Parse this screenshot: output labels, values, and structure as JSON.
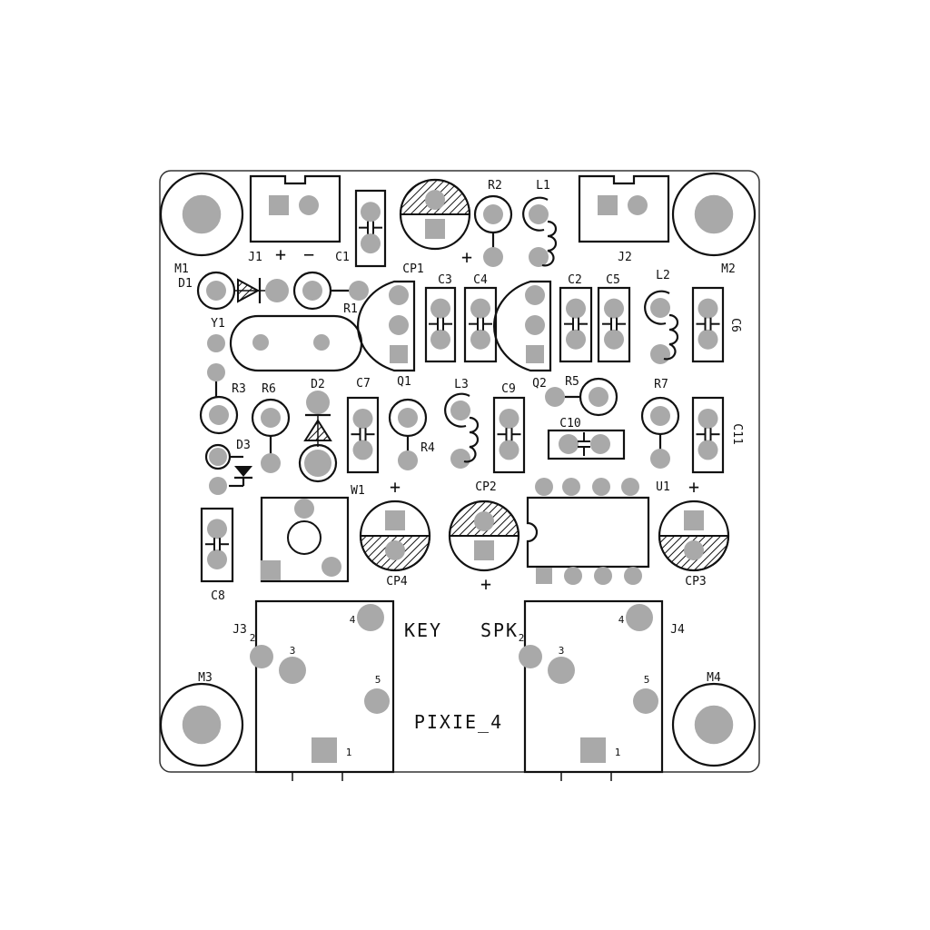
{
  "board": {
    "name": "PIXIE_4",
    "silk_color": "#111111",
    "pad_color": "#a9a9a9"
  },
  "labels": {
    "M1": "M1",
    "M2": "M2",
    "M3": "M3",
    "M4": "M4",
    "J1": "J1",
    "J2": "J2",
    "J3": "J3",
    "J4": "J4",
    "C1": "C1",
    "C2": "C2",
    "C3": "C3",
    "C4": "C4",
    "C5": "C5",
    "C6": "C6",
    "C7": "C7",
    "C8": "C8",
    "C9": "C9",
    "C10": "C10",
    "C11": "C11",
    "CP1": "CP1",
    "CP2": "CP2",
    "CP3": "CP3",
    "CP4": "CP4",
    "R1": "R1",
    "R2": "R2",
    "R3": "R3",
    "R4": "R4",
    "R5": "R5",
    "R6": "R6",
    "R7": "R7",
    "L1": "L1",
    "L2": "L2",
    "L3": "L3",
    "D1": "D1",
    "D2": "D2",
    "D3": "D3",
    "Q1": "Q1",
    "Q2": "Q2",
    "Y1": "Y1",
    "W1": "W1",
    "U1": "U1"
  },
  "marks": {
    "plus": "+",
    "minus": "−"
  },
  "text": {
    "key": "KEY",
    "spk": "SPK",
    "title": "PIXIE_4"
  },
  "pins": {
    "p1": "1",
    "p2": "2",
    "p3": "3",
    "p4": "4",
    "p5": "5"
  }
}
